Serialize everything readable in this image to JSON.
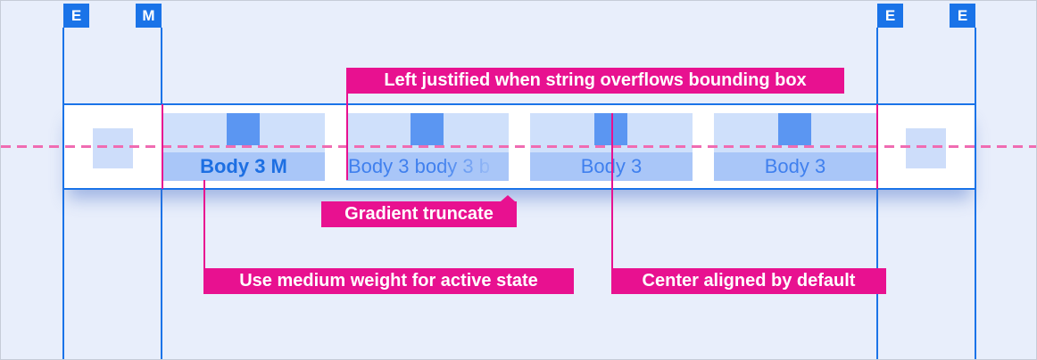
{
  "colors": {
    "accent-blue": "#1a73e8",
    "magenta": "#e81190",
    "dash-pink": "#f06cb2",
    "tab-top-bg": "#cfe0fb",
    "tab-label-bg": "#a9c6f8",
    "icon-square": "#5b96f2",
    "spacer-square": "#cdddfa",
    "page-bg": "#e8eefb",
    "bar-bg": "#ffffff",
    "active-text": "#1d6fe2",
    "tab-text": "#4080ee"
  },
  "guides": {
    "chips": [
      {
        "label": "E"
      },
      {
        "label": "M"
      },
      {
        "label": "E"
      },
      {
        "label": "E"
      }
    ]
  },
  "tabs": [
    {
      "label": "Body 3 M",
      "state": "active"
    },
    {
      "label": "Body 3 body 3 b",
      "state": "gradient-truncated"
    },
    {
      "label": "Body 3",
      "state": "default"
    },
    {
      "label": "Body 3",
      "state": "default"
    }
  ],
  "annotations": {
    "left_justified": "Left justified when string overflows bounding box",
    "gradient_truncate": "Gradient truncate",
    "medium_weight": "Use medium weight for active state",
    "center_aligned": "Center aligned by default"
  }
}
